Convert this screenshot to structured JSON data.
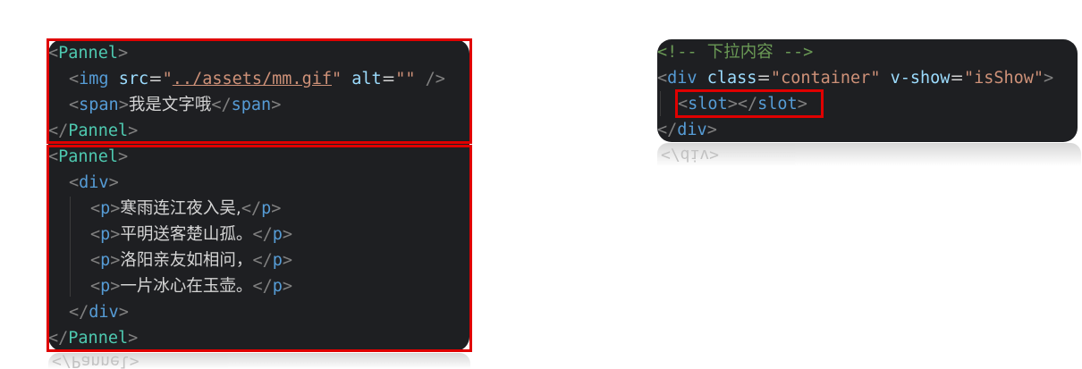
{
  "left": {
    "block1": {
      "open_tag": "Pannel",
      "img_tag": "img",
      "src_attr": "src",
      "src_value": "../assets/mm.gif",
      "alt_attr": "alt",
      "alt_value": "",
      "self_close": "/>",
      "span_tag": "span",
      "span_text": "我是文字哦",
      "close_tag": "Pannel"
    },
    "block2": {
      "open_tag": "Pannel",
      "div_tag": "div",
      "p_tag": "p",
      "lines": [
        "寒雨连江夜入吴,",
        "平明送客楚山孤。",
        "洛阳亲友如相问，",
        "一片冰心在玉壶。"
      ],
      "close_tag": "Pannel"
    },
    "reflection_text": "</Pannel>"
  },
  "right": {
    "comment": "<!-- 下拉内容 -->",
    "div_tag": "div",
    "class_attr": "class",
    "class_value": "container",
    "vshow_attr": "v-show",
    "vshow_value": "isShow",
    "slot_tag": "slot",
    "reflection_text": "</div>"
  },
  "colors": {
    "background": "#1e1f22",
    "highlight": "#e00000",
    "tag": "#569cd6",
    "component": "#4ec9b0",
    "attribute": "#9cdcfe",
    "string": "#ce9178",
    "comment": "#6a9955"
  }
}
